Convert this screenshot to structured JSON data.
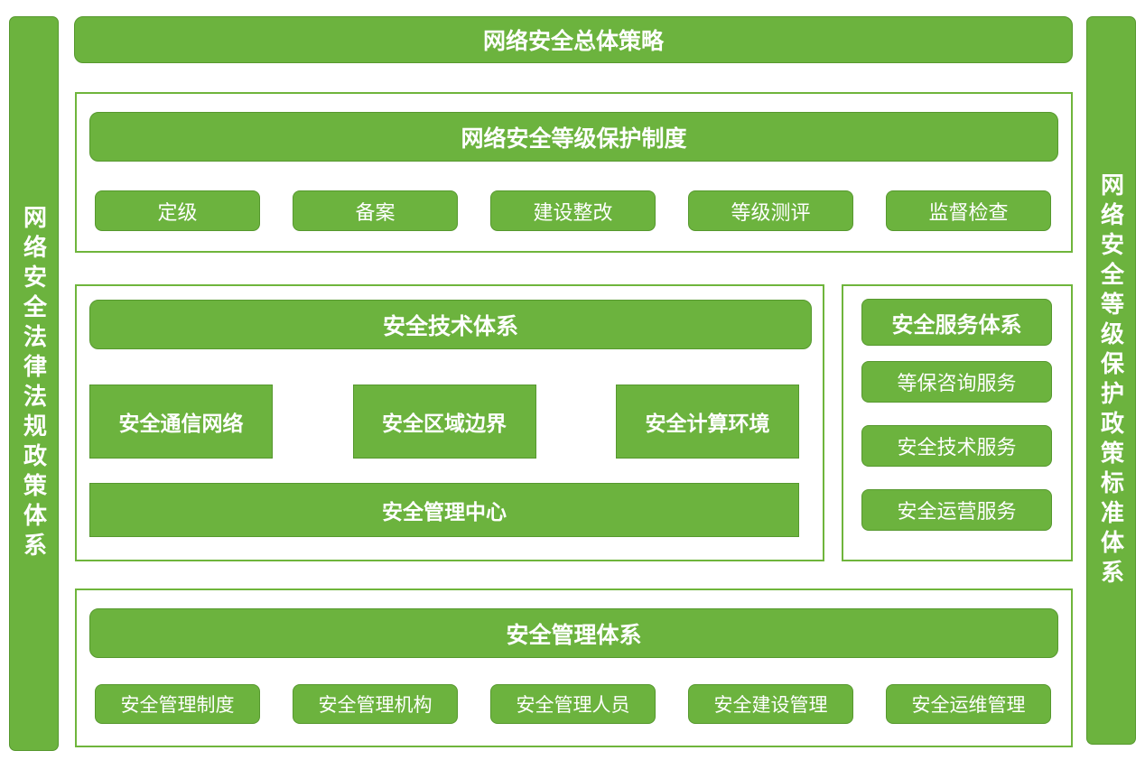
{
  "colors": {
    "green_fill": "#6CB33E",
    "green_border": "#56982E",
    "outline_green": "#6FB53C",
    "text_on_green": "#FFFFFF"
  },
  "left_bar": {
    "label": "网络安全法律法规政策体系"
  },
  "right_bar": {
    "label": "网络安全等级保护政策标准体系"
  },
  "top_bar": {
    "label": "网络安全总体策略"
  },
  "sections": {
    "protection": {
      "header": "网络安全等级保护制度",
      "items": [
        "定级",
        "备案",
        "建设整改",
        "等级测评",
        "监督检查"
      ]
    },
    "technology": {
      "header": "安全技术体系",
      "items": [
        "安全通信网络",
        "安全区域边界",
        "安全计算环境"
      ],
      "wide_item": "安全管理中心"
    },
    "service": {
      "header": "安全服务体系",
      "items": [
        "等保咨询服务",
        "安全技术服务",
        "安全运营服务"
      ]
    },
    "management": {
      "header": "安全管理体系",
      "items": [
        "安全管理制度",
        "安全管理机构",
        "安全管理人员",
        "安全建设管理",
        "安全运维管理"
      ]
    }
  }
}
